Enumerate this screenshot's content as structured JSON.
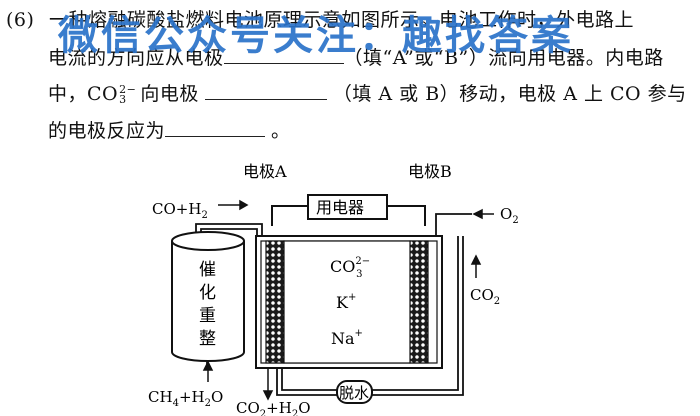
{
  "question": {
    "number": "(6)",
    "line1_start": "一种熔融碳酸盐燃料电池原理示意如图所示。电池工作时，外电路上",
    "line2_a": "电流的方向应从电极",
    "line2_b": "（填“A”或“B”）流向用电器。内电路",
    "line3_a": "中，CO",
    "line3_ion_sup": "2−",
    "line3_ion_sub": "3",
    "line3_b": "向电极",
    "line3_c": "（填 A 或 B）移动，电极 A 上 CO 参与",
    "line4_a": "的电极反应为",
    "line4_end": "。"
  },
  "watermark": "微信公众号关注：趣找答案",
  "diagram": {
    "label_electrode_a": "电极A",
    "label_electrode_b": "电极B",
    "label_device": "用电器",
    "label_inlet_left": "CO+H",
    "label_inlet_left_sub": "2",
    "label_reformer": [
      "催",
      "化",
      "重",
      "整"
    ],
    "label_ion_co3": "CO",
    "label_ion_co3_sup": "2−",
    "label_ion_co3_sub": "3",
    "label_ion_k": "K",
    "label_ion_k_sup": "+",
    "label_ion_na": "Na",
    "label_ion_na_sup": "+",
    "label_o2": "O",
    "label_o2_sub": "2",
    "label_co2": "CO",
    "label_co2_sub": "2",
    "label_bottom_left": "CH",
    "label_bottom_left_sub": "4",
    "label_bottom_left_2": "+H",
    "label_bottom_left_sub2": "2",
    "label_bottom_left_3": "O",
    "label_bottom_mid": "CO",
    "label_bottom_mid_sub": "2",
    "label_bottom_mid_2": "+H",
    "label_bottom_mid_sub2": "2",
    "label_bottom_mid_3": "O",
    "label_dewater": "脱水"
  }
}
